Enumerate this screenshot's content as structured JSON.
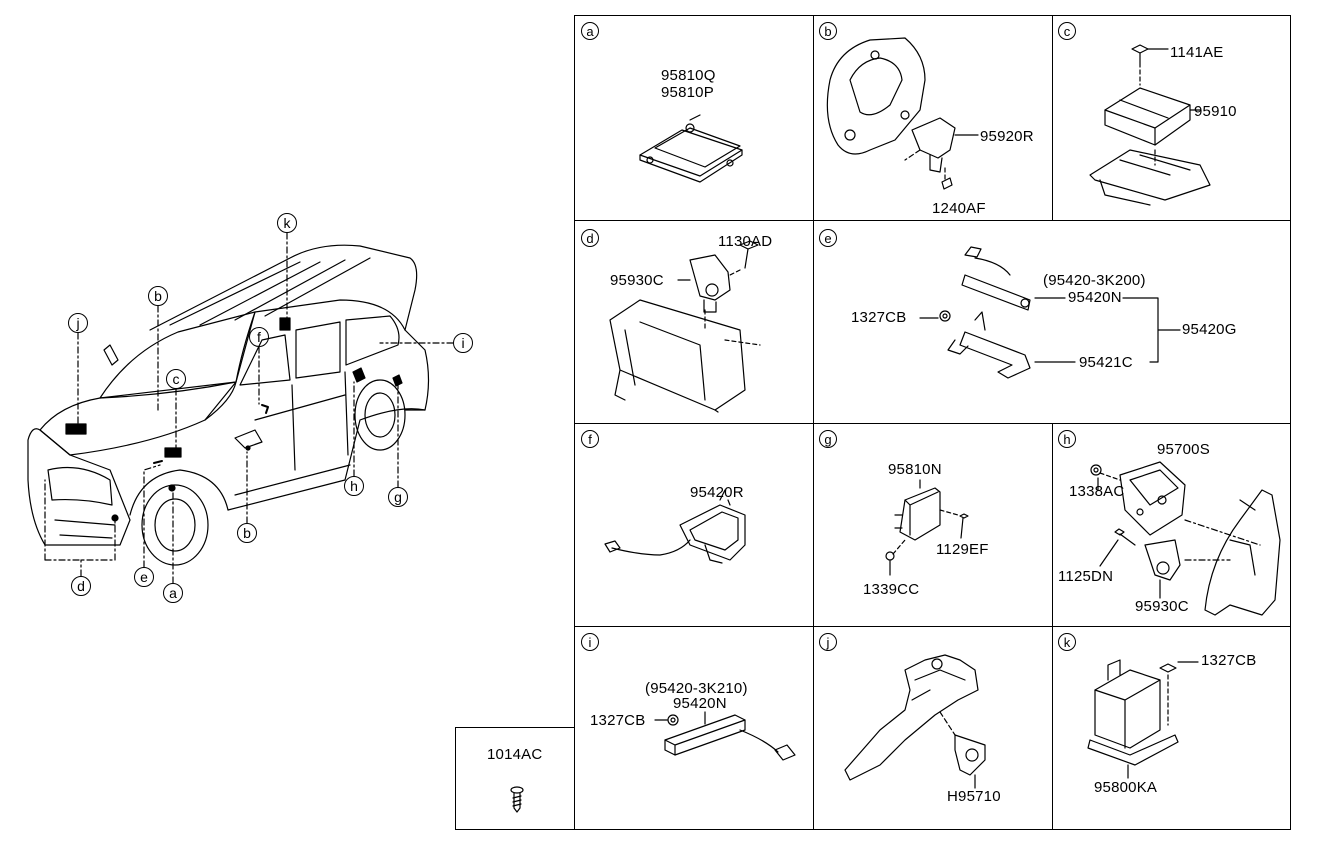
{
  "cells": {
    "a": {
      "letter": "a",
      "parts": [
        "95810Q",
        "95810P"
      ]
    },
    "b": {
      "letter": "b",
      "parts": [
        "95920R",
        "1240AF"
      ]
    },
    "c": {
      "letter": "c",
      "parts": [
        "1141AE",
        "95910"
      ]
    },
    "d": {
      "letter": "d",
      "parts": [
        "1130AD",
        "95930C"
      ]
    },
    "e": {
      "letter": "e",
      "parts": [
        "(95420-3K200)",
        "95420N",
        "1327CB",
        "95420G",
        "95421C"
      ]
    },
    "f": {
      "letter": "f",
      "parts": [
        "95420R"
      ]
    },
    "g": {
      "letter": "g",
      "parts": [
        "95810N",
        "1129EF",
        "1339CC"
      ]
    },
    "h": {
      "letter": "h",
      "parts": [
        "95700S",
        "1338AC",
        "1125DN",
        "95930C"
      ]
    },
    "i": {
      "letter": "i",
      "parts": [
        "(95420-3K210)",
        "95420N",
        "1327CB"
      ]
    },
    "j": {
      "letter": "j",
      "parts": [
        "H95710"
      ]
    },
    "k": {
      "letter": "k",
      "parts": [
        "1327CB",
        "95800KA"
      ]
    }
  },
  "extra_box": {
    "part": "1014AC"
  },
  "vehicle_callouts": [
    "k",
    "j",
    "b",
    "c",
    "f",
    "i",
    "h",
    "g",
    "b",
    "d",
    "e",
    "a"
  ]
}
